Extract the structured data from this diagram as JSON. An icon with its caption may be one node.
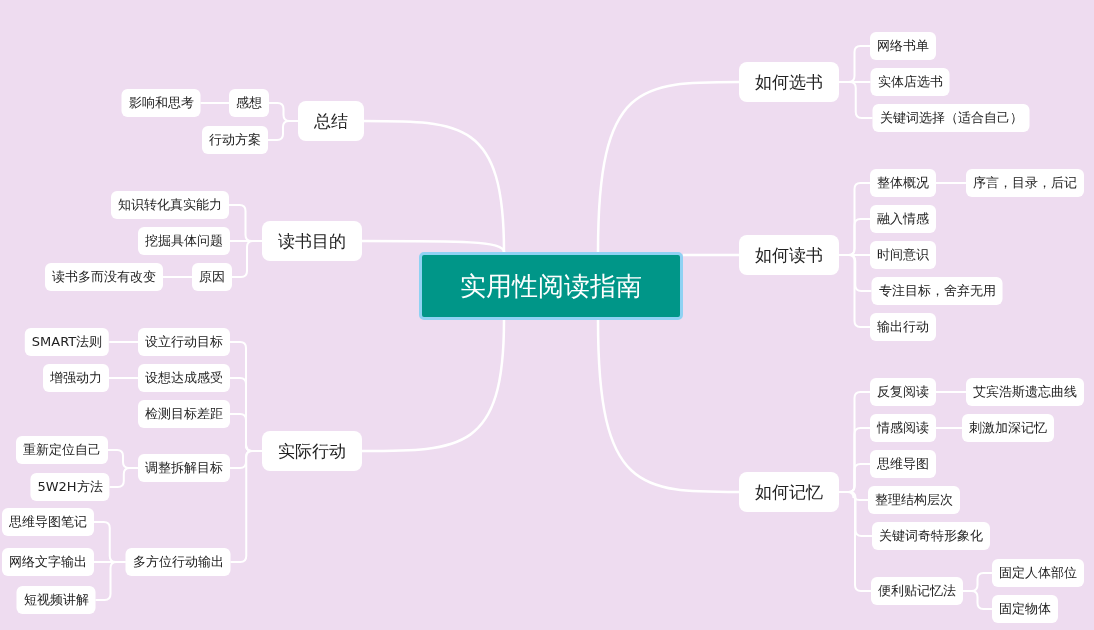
{
  "diagram": {
    "nodes": [
      {
        "text": [
          "实用性阅读指南"
        ]
      },
      {
        "text": [
          "总结"
        ]
      },
      {
        "text": [
          "感想"
        ]
      },
      {
        "text": [
          "影响和思考"
        ]
      },
      {
        "text": [
          "行动方案"
        ]
      },
      {
        "text": [
          "读书目的"
        ]
      },
      {
        "text": [
          "知识转化真实能力"
        ]
      },
      {
        "text": [
          "挖掘具体问题"
        ]
      },
      {
        "text": [
          "原因"
        ]
      },
      {
        "text": [
          "读书多而没有改变"
        ]
      },
      {
        "text": [
          "实际行动"
        ]
      },
      {
        "text": [
          "设立行动目标"
        ]
      },
      {
        "text": [
          "SMART法则"
        ]
      },
      {
        "text": [
          "设想达成感受"
        ]
      },
      {
        "text": [
          "增强动力"
        ]
      },
      {
        "text": [
          "检测目标差距"
        ]
      },
      {
        "text": [
          "调整拆解目标"
        ]
      },
      {
        "text": [
          "重新定位自己"
        ]
      },
      {
        "text": [
          "5W2H方法"
        ]
      },
      {
        "text": [
          "多方位行动输出"
        ]
      },
      {
        "text": [
          "思维导图笔记"
        ]
      },
      {
        "text": [
          "网络文字输出"
        ]
      },
      {
        "text": [
          "短视频讲解"
        ]
      },
      {
        "text": [
          "如何选书"
        ]
      },
      {
        "text": [
          "网络书单"
        ]
      },
      {
        "text": [
          "实体店选书"
        ]
      },
      {
        "text": [
          "关键词选择（适合自己）"
        ]
      },
      {
        "text": [
          "如何读书"
        ]
      },
      {
        "text": [
          "整体概况"
        ]
      },
      {
        "text": [
          "序言，目录，后记"
        ]
      },
      {
        "text": [
          "融入情感"
        ]
      },
      {
        "text": [
          "时间意识"
        ]
      },
      {
        "text": [
          "专注目标，舍弃无用"
        ]
      },
      {
        "text": [
          "输出行动"
        ]
      },
      {
        "text": [
          "如何记忆"
        ]
      },
      {
        "text": [
          "反复阅读"
        ]
      },
      {
        "text": [
          "艾宾浩斯遗忘曲线"
        ]
      },
      {
        "text": [
          "情感阅读"
        ]
      },
      {
        "text": [
          "刺激加深记忆"
        ]
      },
      {
        "text": [
          "思维导图"
        ]
      },
      {
        "text": [
          "整理结构层次"
        ]
      },
      {
        "text": [
          "关键词奇特形象化"
        ]
      },
      {
        "text": [
          "便利贴记忆法"
        ]
      },
      {
        "text": [
          "固定人体部位"
        ]
      },
      {
        "text": [
          "固定物体"
        ]
      }
    ],
    "edges": [
      {
        "from": 0,
        "to": 1,
        "arrow": "none"
      },
      {
        "from": 1,
        "to": 2,
        "arrow": "none"
      },
      {
        "from": 2,
        "to": 3,
        "arrow": "none"
      },
      {
        "from": 1,
        "to": 4,
        "arrow": "none"
      },
      {
        "from": 0,
        "to": 5,
        "arrow": "none"
      },
      {
        "from": 5,
        "to": 6,
        "arrow": "none"
      },
      {
        "from": 5,
        "to": 7,
        "arrow": "none"
      },
      {
        "from": 5,
        "to": 8,
        "arrow": "none"
      },
      {
        "from": 8,
        "to": 9,
        "arrow": "none"
      },
      {
        "from": 0,
        "to": 10,
        "arrow": "none"
      },
      {
        "from": 10,
        "to": 11,
        "arrow": "none"
      },
      {
        "from": 11,
        "to": 12,
        "arrow": "none"
      },
      {
        "from": 10,
        "to": 13,
        "arrow": "none"
      },
      {
        "from": 13,
        "to": 14,
        "arrow": "none"
      },
      {
        "from": 10,
        "to": 15,
        "arrow": "none"
      },
      {
        "from": 10,
        "to": 16,
        "arrow": "none"
      },
      {
        "from": 16,
        "to": 17,
        "arrow": "none"
      },
      {
        "from": 16,
        "to": 18,
        "arrow": "none"
      },
      {
        "from": 10,
        "to": 19,
        "arrow": "none"
      },
      {
        "from": 19,
        "to": 20,
        "arrow": "none"
      },
      {
        "from": 19,
        "to": 21,
        "arrow": "none"
      },
      {
        "from": 19,
        "to": 22,
        "arrow": "none"
      },
      {
        "from": 0,
        "to": 23,
        "arrow": "none"
      },
      {
        "from": 23,
        "to": 24,
        "arrow": "none"
      },
      {
        "from": 23,
        "to": 25,
        "arrow": "none"
      },
      {
        "from": 23,
        "to": 26,
        "arrow": "none"
      },
      {
        "from": 0,
        "to": 27,
        "arrow": "none"
      },
      {
        "from": 27,
        "to": 28,
        "arrow": "none"
      },
      {
        "from": 28,
        "to": 29,
        "arrow": "none"
      },
      {
        "from": 27,
        "to": 30,
        "arrow": "none"
      },
      {
        "from": 27,
        "to": 31,
        "arrow": "none"
      },
      {
        "from": 27,
        "to": 32,
        "arrow": "none"
      },
      {
        "from": 27,
        "to": 33,
        "arrow": "none"
      },
      {
        "from": 0,
        "to": 34,
        "arrow": "none"
      },
      {
        "from": 34,
        "to": 35,
        "arrow": "none"
      },
      {
        "from": 35,
        "to": 36,
        "arrow": "none"
      },
      {
        "from": 34,
        "to": 37,
        "arrow": "none"
      },
      {
        "from": 37,
        "to": 38,
        "arrow": "none"
      },
      {
        "from": 34,
        "to": 39,
        "arrow": "none"
      },
      {
        "from": 34,
        "to": 40,
        "arrow": "none"
      },
      {
        "from": 34,
        "to": 41,
        "arrow": "none"
      },
      {
        "from": 34,
        "to": 42,
        "arrow": "none"
      },
      {
        "from": 42,
        "to": 43,
        "arrow": "none"
      },
      {
        "from": 42,
        "to": 44,
        "arrow": "none"
      }
    ]
  }
}
